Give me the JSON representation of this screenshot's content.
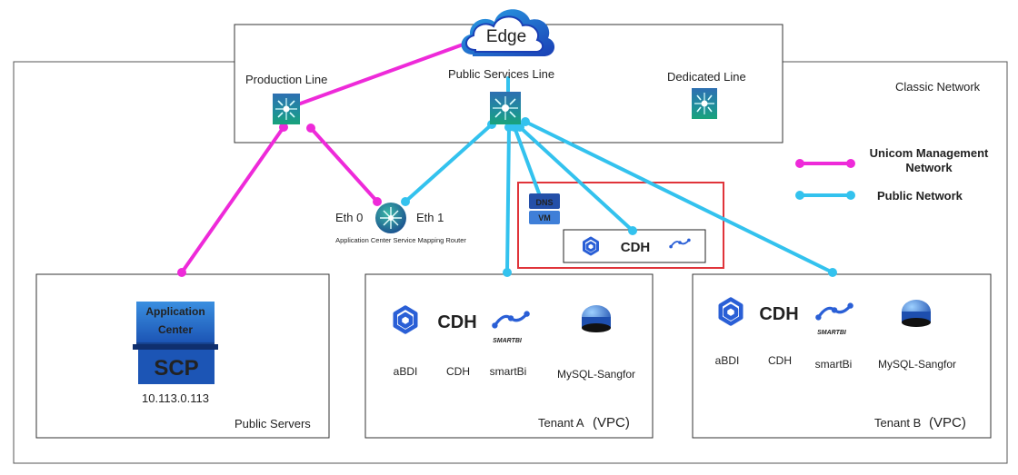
{
  "edge": {
    "label": "Edge"
  },
  "regions": {
    "classic_network": "Classic Network",
    "public_servers": "Public Servers",
    "tenant_a": {
      "name": "Tenant A",
      "suffix": "(VPC)"
    },
    "tenant_b": {
      "name": "Tenant B",
      "suffix": "(VPC)"
    }
  },
  "lines": {
    "production": "Production Line",
    "public_services": "Public Services Line",
    "dedicated": "Dedicated Line"
  },
  "router": {
    "eth0": "Eth 0",
    "eth1": "Eth 1",
    "caption": "Application Center Service Mapping Router"
  },
  "legend": {
    "unicom_line1": "Unicom Management",
    "unicom_line2": "Network",
    "public": "Public Network"
  },
  "scp": {
    "line1": "Application",
    "line2": "Center",
    "line3": "SCP",
    "ip": "10.113.0.113"
  },
  "dns_vm": {
    "dns": "DNS",
    "vm": "VM"
  },
  "apps": {
    "abdi": "aBDI",
    "cdh": "CDH",
    "smartbi": "smartBi",
    "mysql": "MySQL-Sangfor",
    "cdh_logo": "CDH",
    "smartbi_logo": "SMARTBI"
  },
  "colors": {
    "unicom": "#ee2ad9",
    "public": "#33c2ee",
    "highlight": "#e0343a",
    "logo_blue": "#2a5fd6",
    "router_teal": "#1e9c8e"
  }
}
